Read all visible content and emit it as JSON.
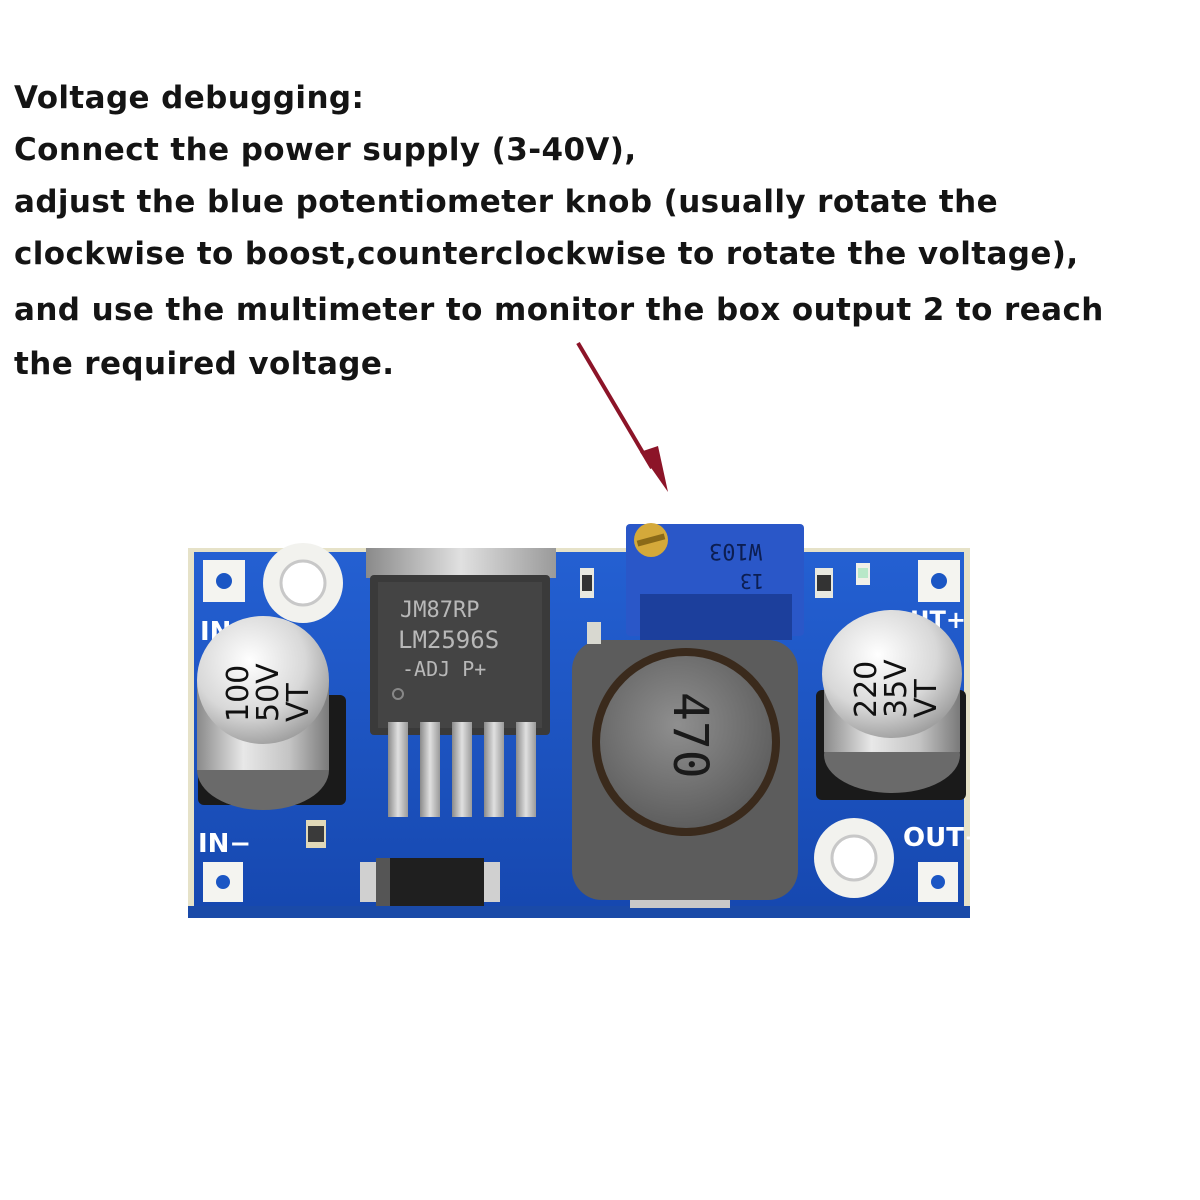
{
  "instructions": {
    "heading": "Voltage debugging:",
    "lines": [
      "Connect the power supply (3-40V),",
      "adjust the blue potentiometer knob (usually rotate the",
      "clockwise to boost,counterclockwise to rotate the voltage),",
      "and use the multimeter to monitor the box output 2 to reach",
      "the required voltage."
    ]
  },
  "board": {
    "colors": {
      "pcb": "#1b56c4",
      "pcb_edge": "#d8d4b8",
      "arrow": "#8c1428",
      "pot": "#2a57c8"
    },
    "labels": {
      "in_plus": "IN+",
      "in_minus": "IN−",
      "out_plus": "UT+",
      "out_minus": "OUT−"
    },
    "regulator_chip": [
      "JM87RP",
      "LM2596S",
      "-ADJ  P+"
    ],
    "potentiometer_marking": [
      "W103",
      "13"
    ],
    "input_capacitor": [
      "100",
      "50V",
      "VT"
    ],
    "output_capacitor": [
      "220",
      "35V",
      "VT"
    ],
    "inductor_marking": "470"
  }
}
